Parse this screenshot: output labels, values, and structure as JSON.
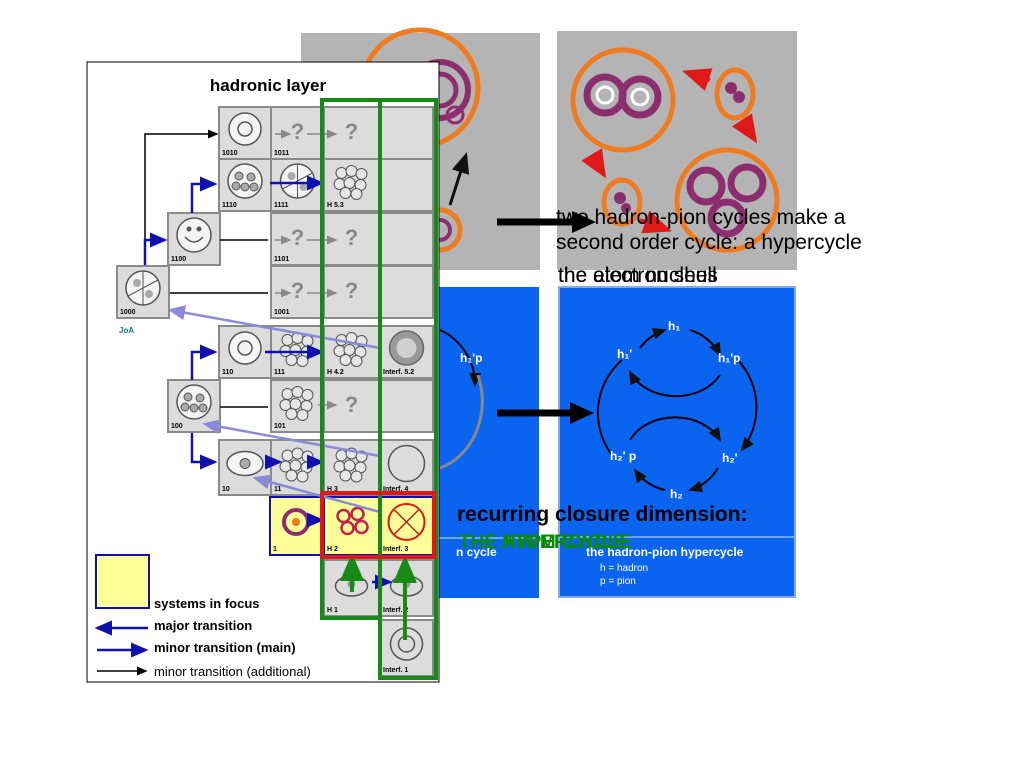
{
  "layer_panel": {
    "title": "hadronic layer",
    "cells": {
      "c1010": "1010",
      "c1011": "1011",
      "c1110": "1110",
      "c1111": "1111",
      "c1100": "1100",
      "c1101": "1101",
      "c1000": "1000",
      "c1001": "1001",
      "c110": "110",
      "c111": "111",
      "c100": "100",
      "c101": "101",
      "c10": "10",
      "c11": "11",
      "c1": "1",
      "h53": "H 5.3",
      "h42": "H 4.2",
      "h3": "H 3",
      "h2": "H 2",
      "h1": "H 1",
      "i52": "Interf. 5.2",
      "i4": "Interf. 4",
      "i3": "Interf. 3",
      "i2": "Interf. 2",
      "i1": "Interf. 1",
      "joa": "JoA",
      "q": "?"
    },
    "legend": {
      "focus": "systems in focus",
      "major": "major transition",
      "minor_main": "minor transition (main)",
      "minor_additional": "minor transition (additional)"
    }
  },
  "captions": {
    "hypercycle_line1": "two hadron-pion cycles make a",
    "hypercycle_line2": "second order cycle: a hypercycle",
    "overlap_a": "the electron shell",
    "overlap_b": "the atom nucleus",
    "closure_title": "recurring closure dimension:",
    "overlap_c": "THE HYPERCYCLE",
    "overlap_d": "THE ATOM CYCLE",
    "cycle_partial": "n cycle"
  },
  "blue_panel": {
    "h1": "h₁",
    "h1p_right": "h₁'p",
    "h1p_left": "h₁'",
    "h2p_left": "h₂' p",
    "h2p_right": "h₂'",
    "h2": "h₂",
    "h1p_partial": "h₁'p",
    "heading": "the hadron-pion hypercycle",
    "legend_h": "h = hadron",
    "legend_p": "p = pion"
  },
  "colors": {
    "blue_panel": "#0a64f0",
    "gray_panel": "#b4b4b4",
    "orange_ring": "#f07a1e",
    "purple_ring": "#8c2e6e",
    "green_frame": "#178a17",
    "red_frame": "#e01818",
    "focus_fill": "#ffff99",
    "focus_border": "#1010b0"
  }
}
